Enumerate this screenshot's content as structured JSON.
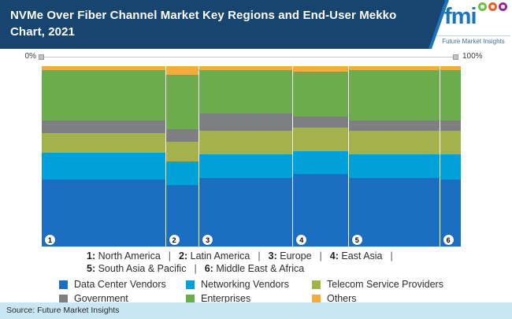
{
  "header": {
    "title": "NVMe Over Fiber Channel Market Key Regions and End-User Mekko Chart, 2021",
    "logo": {
      "abbr": "fmi",
      "name": "Future Market Insights",
      "dot_colors": {
        "chat": "#6cbe45",
        "four": "#ee5a24",
        "person": "#93278f"
      },
      "brand_blue": "#1b75bc"
    }
  },
  "axis": {
    "min_label": "0%",
    "max_label": "100%"
  },
  "chart_data": {
    "type": "mekko",
    "title": "NVMe Over Fiber Channel Market Key Regions and End-User Mekko Chart, 2021",
    "x_range_labels": [
      "0%",
      "100%"
    ],
    "y_range": [
      0,
      100
    ],
    "regions": [
      {
        "num": "1",
        "name": "North America",
        "width_pct": 29.7
      },
      {
        "num": "2",
        "name": "Latin America",
        "width_pct": 7.9
      },
      {
        "num": "3",
        "name": "Europe",
        "width_pct": 22.4
      },
      {
        "num": "4",
        "name": "East Asia",
        "width_pct": 13.2
      },
      {
        "num": "5",
        "name": "South Asia & Pacific",
        "width_pct": 21.8
      },
      {
        "num": "6",
        "name": "Middle East & Africa",
        "width_pct": 5.0
      }
    ],
    "series": [
      {
        "name": "Data Center Vendors",
        "color": "#1b6ec2",
        "values": [
          37,
          34,
          38,
          40,
          38,
          37
        ]
      },
      {
        "name": "Networking Vendors",
        "color": "#00a0db",
        "values": [
          15,
          13,
          13,
          13,
          13,
          14
        ]
      },
      {
        "name": "Telecom Service Providers",
        "color": "#a4b24b",
        "values": [
          11,
          11,
          13,
          13,
          13,
          13
        ]
      },
      {
        "name": "Government",
        "color": "#7e7f81",
        "values": [
          7,
          7,
          10,
          6,
          6,
          6
        ]
      },
      {
        "name": "Enterprises",
        "color": "#6bac4d",
        "values": [
          28,
          30,
          24,
          25,
          28,
          28
        ]
      },
      {
        "name": "Others",
        "color": "#f5ac3d",
        "values": [
          2,
          5,
          2,
          3,
          2,
          2
        ]
      }
    ],
    "stack_order_bottom_to_top": [
      "Data Center Vendors",
      "Networking Vendors",
      "Telecom Service Providers",
      "Government",
      "Enterprises",
      "Others"
    ]
  },
  "region_legend": {
    "separator": "|"
  },
  "category_legend": {
    "items": [
      {
        "label": "Data Center Vendors",
        "color": "#1b6ec2"
      },
      {
        "label": "Networking Vendors",
        "color": "#00a0db"
      },
      {
        "label": "Telecom Service Providers",
        "color": "#a4b24b"
      },
      {
        "label": "Government",
        "color": "#7e7f81"
      },
      {
        "label": "Enterprises",
        "color": "#6bac4d"
      },
      {
        "label": "Others",
        "color": "#f5ac3d"
      }
    ]
  },
  "source": "Source: Future Market Insights"
}
